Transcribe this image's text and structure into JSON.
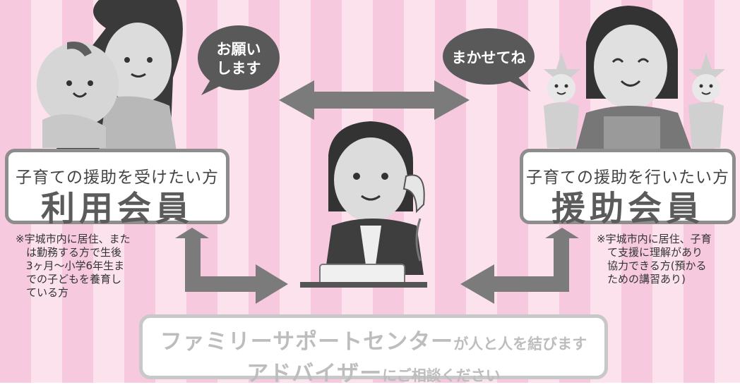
{
  "bubbles": {
    "left": [
      "お願い",
      "します"
    ],
    "right": "まかせてね"
  },
  "user_box": {
    "subtitle": "子育ての援助を受けたい方",
    "title": "利用会員"
  },
  "helper_box": {
    "subtitle": "子育ての援助を行いたい方",
    "title": "援助会員"
  },
  "user_note": [
    "※宇城市内に居住、また",
    "　は勤務する方で生後",
    "　3ヶ月～小学6年生ま",
    "　での子どもを養育し",
    "　ている方"
  ],
  "helper_note": [
    "※宇城市内に居住、子育",
    "　て支援に理解があり",
    "　協力できる方(預かる",
    "　ための講習あり)"
  ],
  "bottom": {
    "line1_bold": "ファミリーサポートセンター",
    "line1_small": "が人と人を結びます",
    "line2_bold": "アドバイザー",
    "line2_small": "にご相談ください"
  },
  "colors": {
    "stripe_dark": "#f6c9de",
    "stripe_light": "#fbe2ec",
    "arrow": "#7b7b7b",
    "bubble": "#595959",
    "box_border": "#8d8d8d"
  }
}
